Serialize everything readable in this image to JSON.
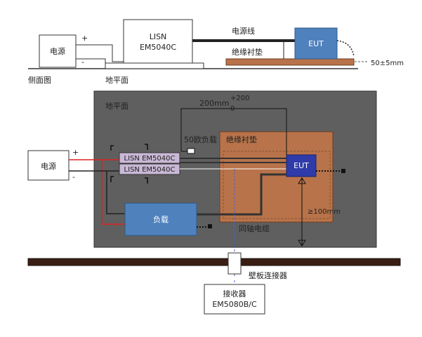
{
  "side_view": {
    "title": "侧面图",
    "power_label": "电源",
    "plus": "+",
    "minus": "-",
    "lisn_line1": "LISN",
    "lisn_line2": "EM5040C",
    "power_cable": "电源线",
    "eut": "EUT",
    "insulation_pad": "绝缘衬垫",
    "height": "50±5mm",
    "ground_plane": "地平面"
  },
  "top_view": {
    "ground_plane": "地平面",
    "distance_main": "200mm",
    "distance_tol_plus": "+200",
    "distance_tol_minus": "0",
    "load_50ohm": "50欧负载",
    "insulation_pad": "绝缘衬垫",
    "power_label": "电源",
    "plus": "+",
    "minus": "-",
    "lisn_top": "LISN EM5040C",
    "lisn_bottom": "LISN EM5040C",
    "eut": "EUT",
    "min_distance": "≥100mm",
    "load": "负载",
    "coax_cable": "同轴电缆",
    "wall_connector": "壁板连接器",
    "receiver_line1": "接收器",
    "receiver_line2": "EM5080B/C"
  },
  "colors": {
    "gray_area": "#5f5f5f",
    "pad": "#b8734a",
    "eut_side": "#4f81bd",
    "eut_top": "#2f3ba8",
    "lisn_fill": "#c9b8d6",
    "load_fill": "#4f81bd",
    "red_line": "#e02020",
    "coax": "#4b63c8",
    "wall": "#3a1e14"
  }
}
